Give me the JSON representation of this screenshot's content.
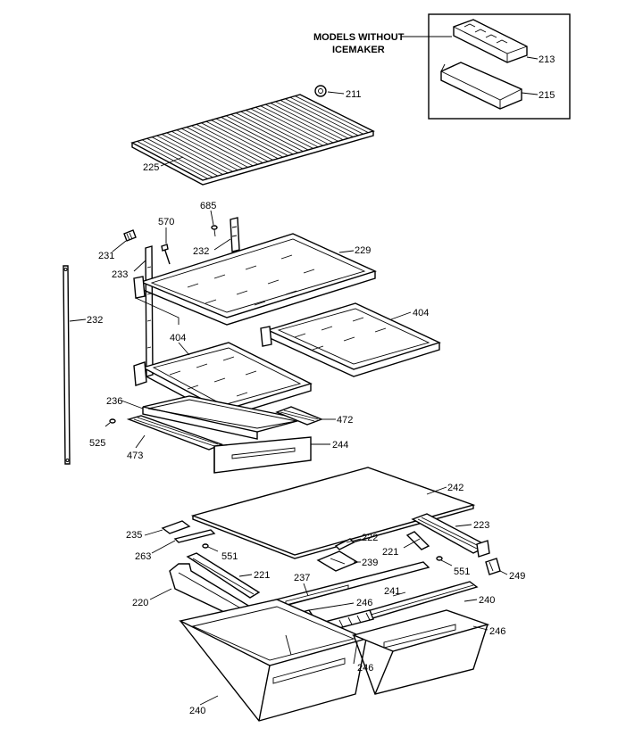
{
  "inset_caption_line1": "MODELS WITHOUT",
  "inset_caption_line2": "ICEMAKER",
  "labels": {
    "p211": "211",
    "p213": "213",
    "p215": "215",
    "p225": "225",
    "p685": "685",
    "p570": "570",
    "p231": "231",
    "p232a": "232",
    "p229": "229",
    "p233": "233",
    "p232b": "232",
    "p404a": "404",
    "p404b": "404",
    "p236": "236",
    "p472": "472",
    "p525": "525",
    "p244": "244",
    "p473": "473",
    "p242": "242",
    "p235": "235",
    "p223": "223",
    "p222": "222",
    "p263": "263",
    "p221a": "221",
    "p551a": "551",
    "p239": "239",
    "p221b": "221",
    "p551b": "551",
    "p249": "249",
    "p237": "237",
    "p241": "241",
    "p240a": "240",
    "p220": "220",
    "p246a": "246",
    "p246b": "246",
    "p246c": "246",
    "p240b": "240"
  }
}
